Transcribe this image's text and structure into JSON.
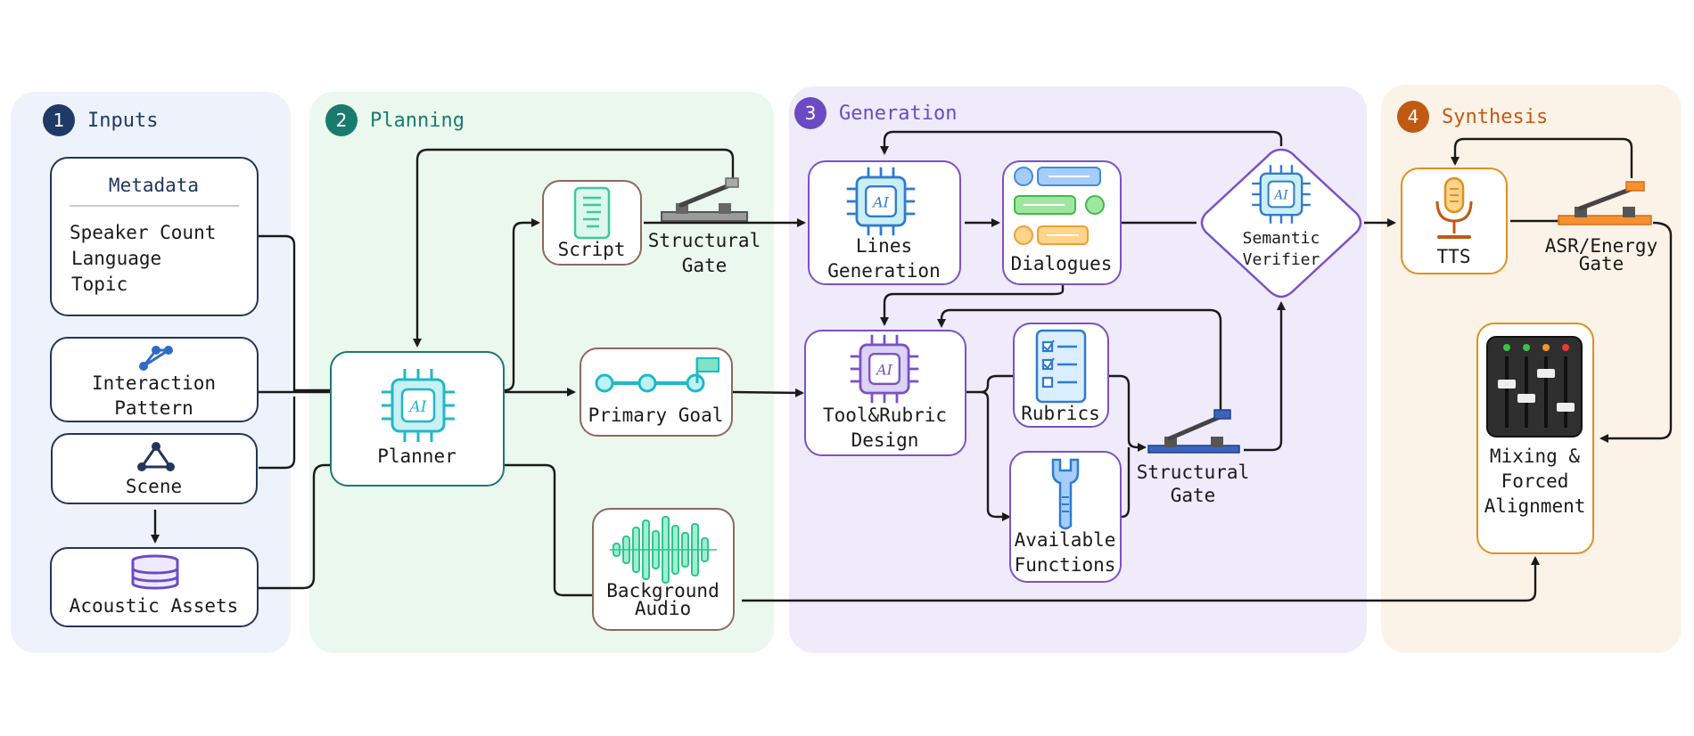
{
  "panels": {
    "inputs": {
      "num": "1",
      "title": "Inputs",
      "color": "#1f3a66"
    },
    "planning": {
      "num": "2",
      "title": "Planning",
      "color": "#1b7a6e"
    },
    "generation": {
      "num": "3",
      "title": "Generation",
      "color": "#6a4bc4"
    },
    "synthesis": {
      "num": "4",
      "title": "Synthesis",
      "color": "#c05a12"
    }
  },
  "metadata": {
    "title": "Metadata",
    "line1": "Speaker Count",
    "line2": "Language",
    "line3": "Topic"
  },
  "interaction_pattern": {
    "line1": "Interaction",
    "line2": "Pattern"
  },
  "scene": {
    "label": "Scene"
  },
  "acoustic_assets": {
    "label": "Acoustic Assets"
  },
  "planner": {
    "label": "Planner",
    "chip": "AI"
  },
  "script": {
    "label": "Script"
  },
  "structural_gate_1": {
    "line1": "Structural",
    "line2": "Gate"
  },
  "primary_goal": {
    "label": "Primary Goal"
  },
  "background_audio": {
    "line1": "Background",
    "line2": "Audio"
  },
  "lines_generation": {
    "line1": "Lines",
    "line2": "Generation",
    "chip": "AI"
  },
  "dialogues": {
    "label": "Dialogues"
  },
  "semantic_verifier": {
    "line1": "Semantic",
    "line2": "Verifier",
    "chip": "AI"
  },
  "tool_rubric": {
    "line1": "Tool&Rubric",
    "line2": "Design",
    "chip": "AI"
  },
  "rubrics": {
    "label": "Rubrics"
  },
  "available_functions": {
    "line1": "Available",
    "line2": "Functions"
  },
  "structural_gate_2": {
    "line1": "Structural",
    "line2": "Gate"
  },
  "tts": {
    "label": "TTS"
  },
  "asr_gate": {
    "line1": "ASR/Energy",
    "line2": "Gate"
  },
  "mixing": {
    "line1": "Mixing &",
    "line2": "Forced",
    "line3": "Alignment"
  }
}
